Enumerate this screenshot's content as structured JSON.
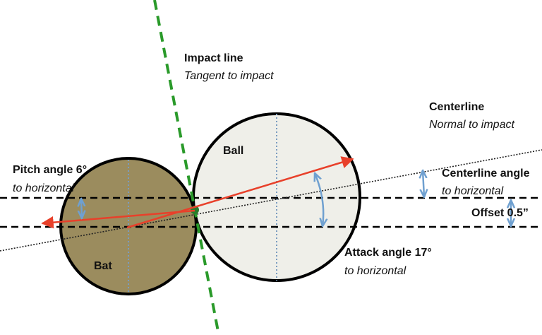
{
  "labels": {
    "impact_line": {
      "title": "Impact line",
      "subtitle": "Tangent to impact"
    },
    "centerline": {
      "title": "Centerline",
      "subtitle": "Normal to impact"
    },
    "centerline_angle": {
      "title": "Centerline angle",
      "subtitle": "to horizontal"
    },
    "pitch_angle": {
      "title": "Pitch angle 6°",
      "subtitle": "to horizontal"
    },
    "offset": {
      "title": "Offset 0.5”"
    },
    "attack_angle": {
      "title": "Attack angle 17°",
      "subtitle": "to horizontal"
    },
    "ball": "Ball",
    "bat": "Bat"
  },
  "colors": {
    "bat_fill": "#9b8c5e",
    "ball_fill": "#efefe9",
    "impact_line": "#2a9a2a",
    "arrows": "#e8402a",
    "measure_arrows": "#6fa0d0",
    "outline": "#000000"
  }
}
